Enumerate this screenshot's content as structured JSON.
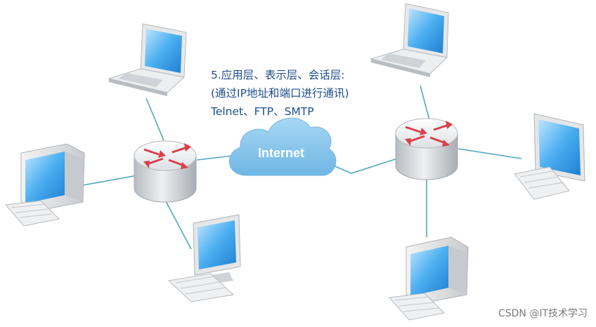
{
  "caption": {
    "line1": "5.应用层、表示层、会话层:",
    "line2": "(通过IP地址和端口进行通讯)",
    "line3": "Telnet、FTP、SMTP"
  },
  "cloud": {
    "label": "Internet"
  },
  "watermark": "CSDN @IT技术学习",
  "colors": {
    "link_line": "#4aa8c0",
    "caption_text": "#1f4e8c",
    "cloud_fill": "#8cc8ec",
    "router_arrow": "#d9404a",
    "screen_blue": "#3aa0e8"
  }
}
